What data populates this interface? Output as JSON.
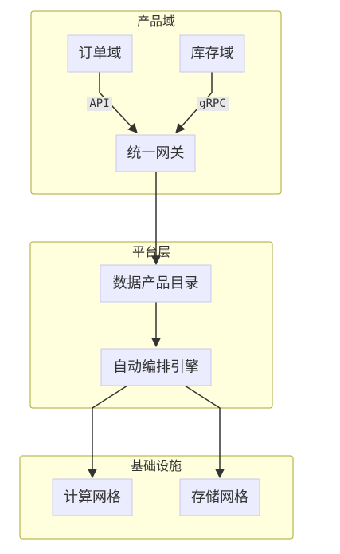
{
  "colors": {
    "cluster_fill": "#ffffde",
    "cluster_stroke": "#aaaa33",
    "node_fill": "#ececff",
    "node_stroke": "#c9c9f0",
    "edge": "#333333",
    "edge_label_bg": "#e8e8e8",
    "text": "#333333"
  },
  "clusters": {
    "product": {
      "title": "产品域"
    },
    "platform": {
      "title": "平台层"
    },
    "infra": {
      "title": "基础设施"
    }
  },
  "nodes": {
    "order": {
      "label": "订单域"
    },
    "inventory": {
      "label": "库存域"
    },
    "gateway": {
      "label": "统一网关"
    },
    "catalog": {
      "label": "数据产品目录"
    },
    "orchestration": {
      "label": "自动编排引擎"
    },
    "compute": {
      "label": "计算网格"
    },
    "storage": {
      "label": "存储网格"
    }
  },
  "edges": {
    "order_to_gateway": {
      "label": "API"
    },
    "inventory_to_gateway": {
      "label": "gRPC"
    }
  }
}
